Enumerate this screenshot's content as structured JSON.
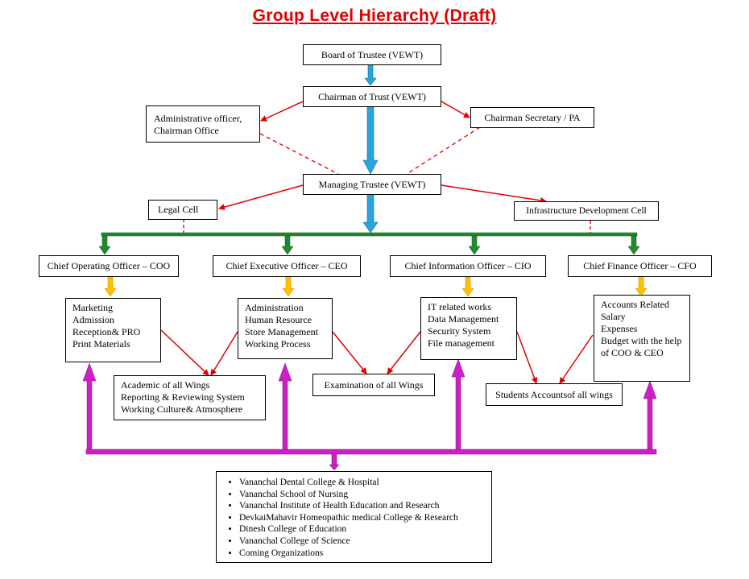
{
  "title": "Group Level Hierarchy (Draft)",
  "board": "Board of Trustee (VEWT)",
  "chairman": "Chairman of Trust (VEWT)",
  "admin_officer": [
    "Administrative officer,",
    "Chairman Office"
  ],
  "chairman_secretary": "Chairman Secretary / PA",
  "managing_trustee": "Managing Trustee (VEWT)",
  "legal_cell": "Legal Cell",
  "infra_cell": "Infrastructure Development Cell",
  "officers": {
    "coo": "Chief Operating Officer – COO",
    "ceo": "Chief Executive Officer – CEO",
    "cio": "Chief Information Officer – CIO",
    "cfo": "Chief Finance Officer – CFO"
  },
  "duties": {
    "coo": [
      "Marketing",
      "Admission",
      "Reception& PRO",
      "Print Materials"
    ],
    "ceo": [
      "Administration",
      "Human Resource",
      "Store Management",
      "Working Process"
    ],
    "cio": [
      "IT related  works",
      "Data Management",
      "Security System",
      "File management"
    ],
    "cfo": [
      "Accounts Related",
      "Salary",
      "Expenses",
      "Budget with the help",
      "of COO & CEO"
    ]
  },
  "shared": {
    "academic": [
      "Academic of all Wings",
      "Reporting & Reviewing System",
      "Working Culture& Atmosphere"
    ],
    "examination": "Examination of all Wings",
    "student_accounts": "Students Accountsof all wings"
  },
  "organizations": [
    "Vananchal Dental College & Hospital",
    "Vananchal School of Nursing",
    "Vananchal Institute of Health Education and Research",
    "DevkaiMahavir Homeopathic medical College & Research",
    "Dinesh College of Education",
    "Vananchal College of Science",
    "Coming Organizations"
  ],
  "colors": {
    "title": "#e00000",
    "blue_arrow": "#29a3dc",
    "red_arrow": "#e00000",
    "green": "#1f8a2e",
    "gold_arrow": "#ffc000",
    "magenta": "#cc1fc4"
  }
}
